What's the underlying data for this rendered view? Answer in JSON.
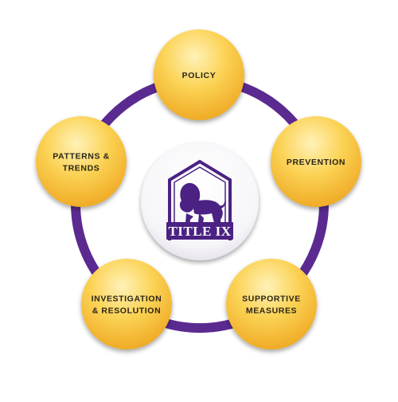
{
  "diagram": {
    "center": {
      "emblem": "lion-in-arch-logo",
      "title": "TITLE IX"
    },
    "nodes": [
      {
        "id": "policy",
        "lines": [
          "POLICY"
        ]
      },
      {
        "id": "prevention",
        "lines": [
          "PREVENTION"
        ]
      },
      {
        "id": "supportive-measures",
        "lines": [
          "SUPPORTIVE",
          "MEASURES"
        ]
      },
      {
        "id": "investigation-resolution",
        "lines": [
          "INVESTIGATION",
          "& RESOLUTION"
        ]
      },
      {
        "id": "patterns-trends",
        "lines": [
          "PATTERNS &",
          "TRENDS"
        ]
      }
    ],
    "colors": {
      "ring": "#5b2a91",
      "node_fill": "#f6b52b",
      "node_highlight": "#ffe99a",
      "logo": "#4b2283",
      "text": "#2a2418"
    }
  }
}
